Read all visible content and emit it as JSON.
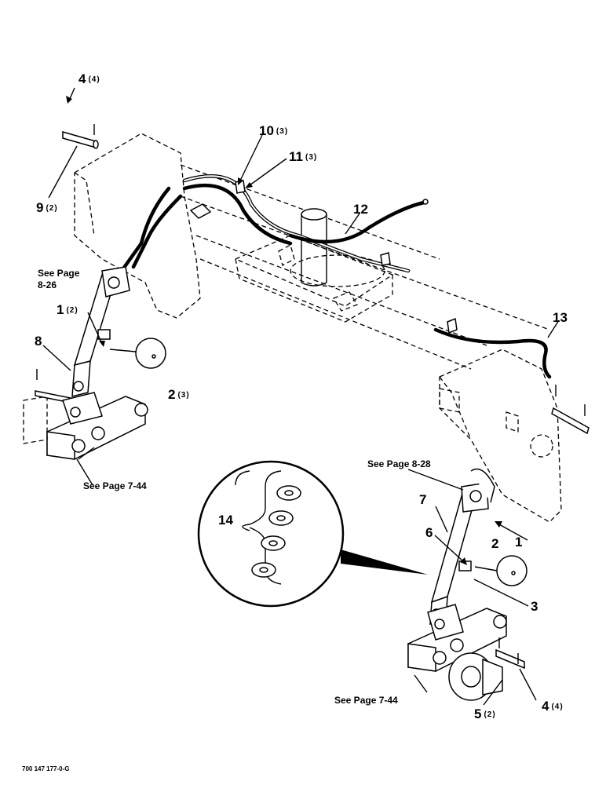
{
  "diagram": {
    "callouts": [
      {
        "id": "c-4a",
        "num": "4",
        "qty": "(4)"
      },
      {
        "id": "c-9",
        "num": "9",
        "qty": "(2)"
      },
      {
        "id": "c-10",
        "num": "10",
        "qty": "(3)"
      },
      {
        "id": "c-11",
        "num": "11",
        "qty": "(3)"
      },
      {
        "id": "c-12",
        "num": "12",
        "qty": ""
      },
      {
        "id": "c-13",
        "num": "13",
        "qty": ""
      },
      {
        "id": "c-1a",
        "num": "1",
        "qty": "(2)"
      },
      {
        "id": "c-8",
        "num": "8",
        "qty": ""
      },
      {
        "id": "c-2a",
        "num": "2",
        "qty": "(3)"
      },
      {
        "id": "c-14",
        "num": "14",
        "qty": ""
      },
      {
        "id": "c-7",
        "num": "7",
        "qty": ""
      },
      {
        "id": "c-6",
        "num": "6",
        "qty": ""
      },
      {
        "id": "c-2b",
        "num": "2",
        "qty": ""
      },
      {
        "id": "c-1b",
        "num": "1",
        "qty": ""
      },
      {
        "id": "c-3",
        "num": "3",
        "qty": ""
      },
      {
        "id": "c-5",
        "num": "5",
        "qty": "(2)"
      },
      {
        "id": "c-4b",
        "num": "4",
        "qty": "(4)"
      }
    ],
    "references": {
      "see_8_26_line1": "See Page",
      "see_8_26_line2": "8-26",
      "see_7_44_left": "See Page 7-44",
      "see_8_28": "See Page 8-28",
      "see_7_44_right": "See Page 7-44"
    },
    "figure_code": "700 147 177-0-G"
  }
}
